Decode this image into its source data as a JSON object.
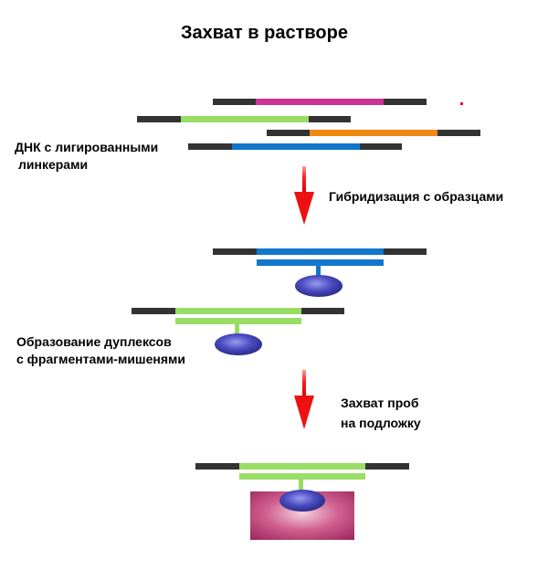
{
  "title": "Захват в растворе",
  "labels": {
    "dna_line1": "ДНК с лигированными",
    "dna_line2": "линкерами",
    "hybridization": "Гибридизация с образцами",
    "duplex_line1": "Образование дуплексов",
    "duplex_line2": "с фрагментами-мишенями",
    "capture_line1": "Захват проб",
    "capture_line2": "на подложку"
  },
  "colors": {
    "linker": "#333333",
    "magenta": "#cc3399",
    "green": "#99dd66",
    "orange": "#ee8811",
    "blue": "#1177cc",
    "arrow": "#ee1111",
    "bead": "#3b3da6",
    "support": "#b03070"
  }
}
